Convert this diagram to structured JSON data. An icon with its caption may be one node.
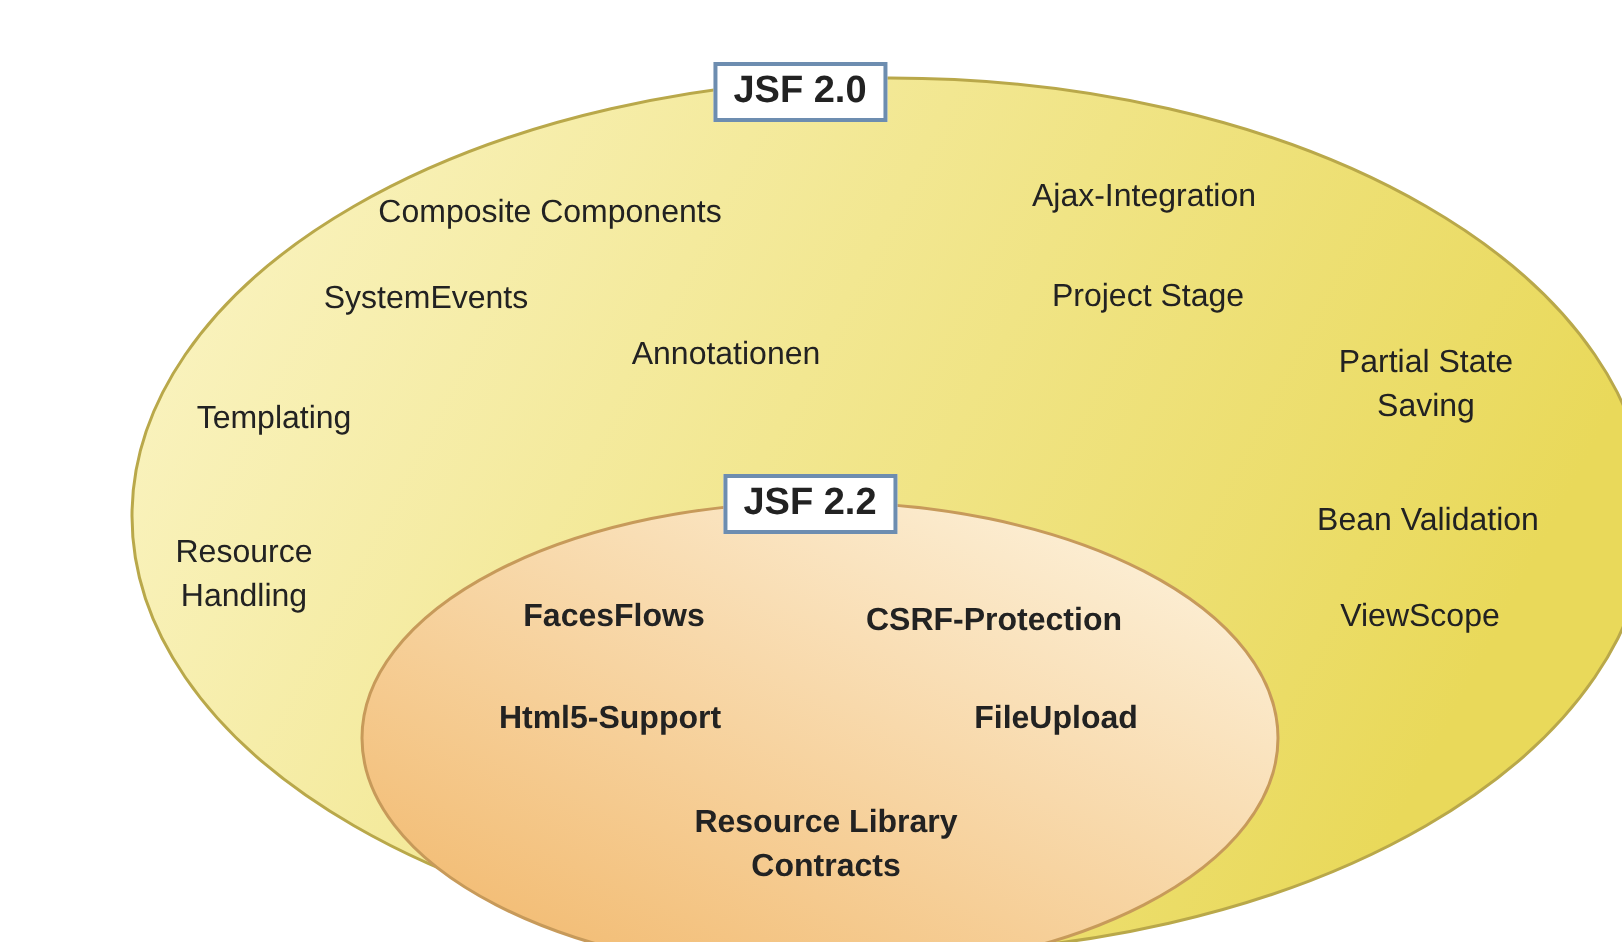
{
  "diagram": {
    "nodes": [
      {
        "text": [
          "JSF 2.0",
          "Composite Components",
          "SystemEvents",
          "Annotationen",
          "Templating",
          "Resource Handling",
          "Ajax-Integration",
          "Project Stage",
          "Partial State Saving",
          "Bean Validation",
          "ViewScope"
        ]
      },
      {
        "text": [
          "JSF 2.2",
          "FacesFlows",
          "CSRF-Protection",
          "Html5-Support",
          "FileUpload",
          "Resource Library Contracts"
        ],
        "in": 0
      }
    ]
  }
}
